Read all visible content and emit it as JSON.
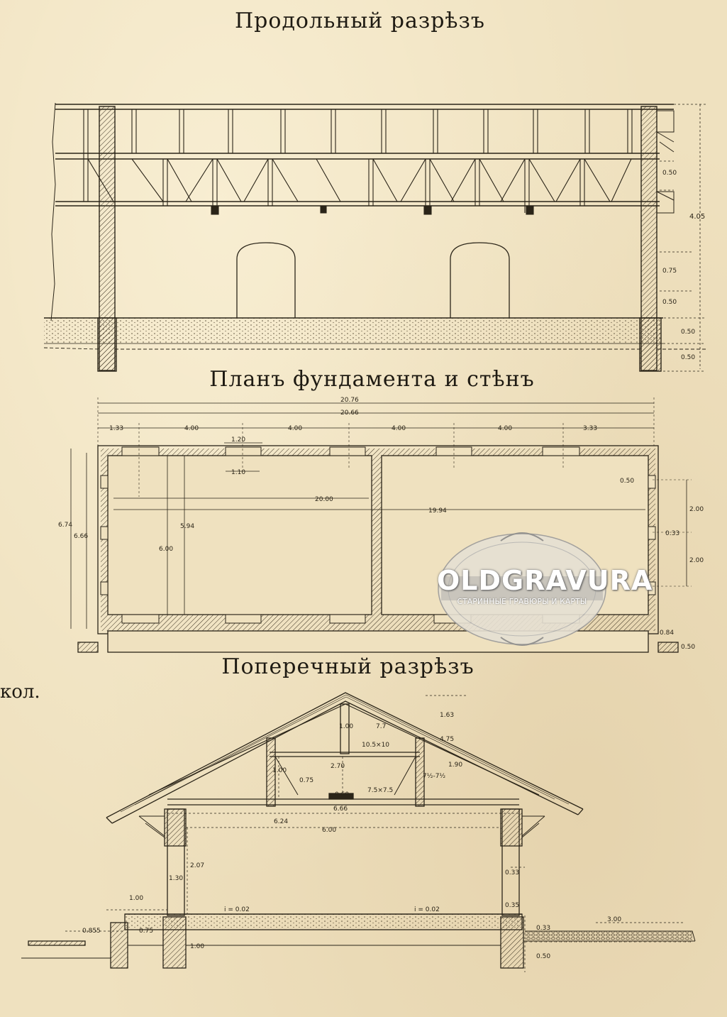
{
  "titles": {
    "longitudinal": "Продольный разрѣзъ",
    "plan": "Планъ фундамента и стѣнъ",
    "cross": "Поперечный разрѣзъ",
    "edge_fragment": "кол."
  },
  "longitudinal_dims": {
    "top_fill": "0.50",
    "total_height": "4.05",
    "opening": "0.75",
    "sill": "0.50",
    "plinth": "0.50",
    "foundation": "0.50"
  },
  "plan_dims": {
    "overall_outer": "20.76",
    "overall": "20.66",
    "spacing_1": "1.33",
    "spacing_2": "4.00",
    "spacing_3": "4.00",
    "spacing_4": "4.00",
    "spacing_5": "4.00",
    "spacing_6": "3.33",
    "window_width": "1.20",
    "window_inner": "1.10",
    "inner_length": "20.00",
    "room_length": "19.94",
    "depth_outer": "6.74",
    "depth": "6.66",
    "inner_depth": "6.00",
    "room_depth": "5.94",
    "vent": "0.50",
    "side_1": "2.00",
    "side_gap": "0.33",
    "side_2": "2.00",
    "wall": "0.84",
    "plinth": "0.50"
  },
  "cross_dims": {
    "ridge_height": "1.63",
    "king_post": "1.00",
    "beam_section": "10.5×10",
    "rafter_section": "7.7",
    "rafter_length": "4.75",
    "rafter_lower": "1.90",
    "collar": "2.70",
    "strut_height": "1.00",
    "strut_inner": "0.75",
    "brace": "7½-7½",
    "tie": "7.5×7.5",
    "tie_small": "0.60",
    "tie_span": "6.66",
    "span": "6.24",
    "inner_span": "6.00",
    "wall_height": "2.07",
    "pier": "1.30",
    "eave": "0.33",
    "slope_left": "i = 0.02",
    "slope_right": "i = 0.02",
    "ledge": "0.35",
    "left_offset": "1.00",
    "left_steps": "0.855",
    "step_inner": "0.75",
    "foundation_width": "1.00",
    "drainage_depth": "0.33",
    "drainage_width": "3.00",
    "footing": "0.50"
  },
  "watermark": {
    "name": "OLDGRAVURA",
    "tagline": "СТАРИННЫЕ ГРАВЮРЫ И КАРТЫ"
  }
}
